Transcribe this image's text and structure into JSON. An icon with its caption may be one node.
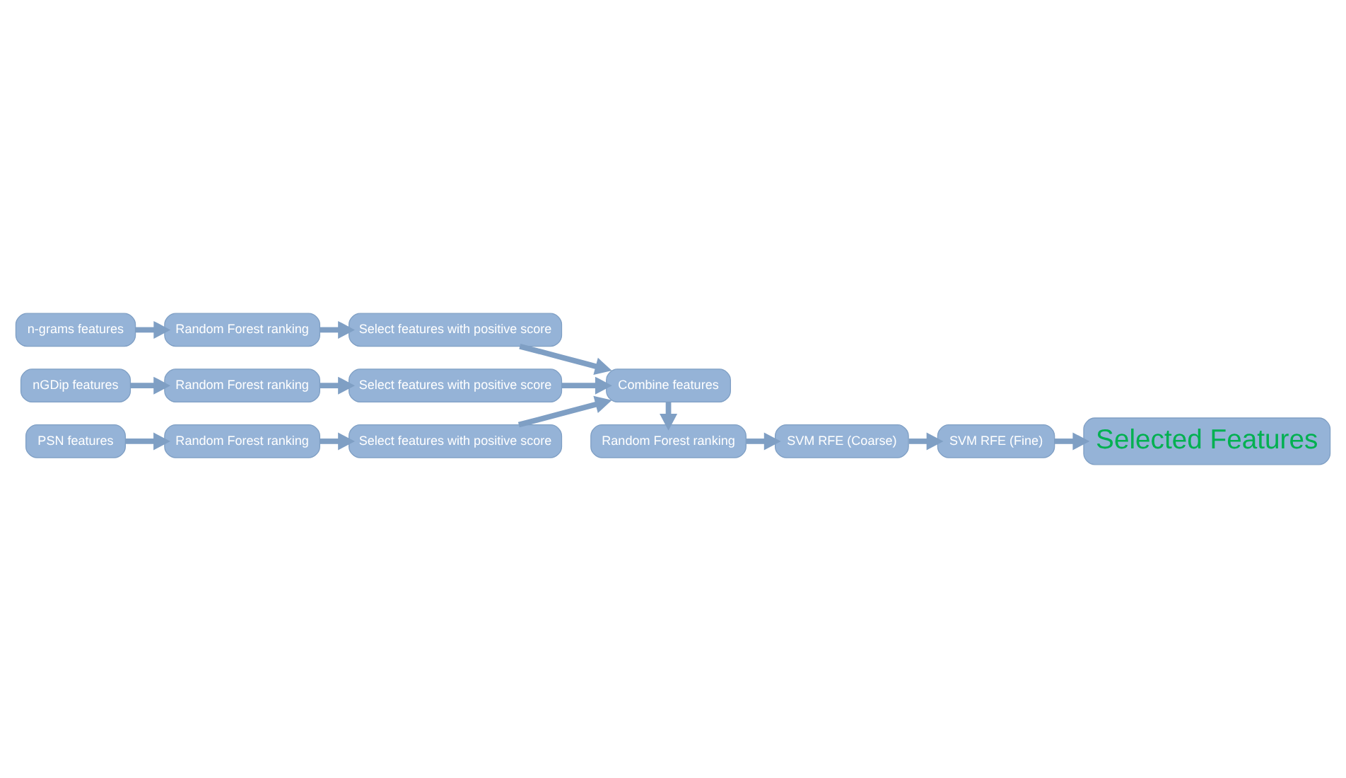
{
  "diagram": {
    "nodes": [
      {
        "text": [
          "n-grams features"
        ]
      },
      {
        "text": [
          "Random Forest ranking"
        ]
      },
      {
        "text": [
          "Select features with positive score"
        ]
      },
      {
        "text": [
          "nGDip features"
        ]
      },
      {
        "text": [
          "Random Forest ranking"
        ]
      },
      {
        "text": [
          "Select features with positive score"
        ]
      },
      {
        "text": [
          "PSN features"
        ]
      },
      {
        "text": [
          "Random Forest ranking"
        ]
      },
      {
        "text": [
          "Select features with positive score"
        ]
      },
      {
        "text": [
          "Combine features"
        ]
      },
      {
        "text": [
          "Random Forest ranking"
        ]
      },
      {
        "text": [
          "SVM RFE (Coarse)"
        ]
      },
      {
        "text": [
          "SVM RFE (Fine)"
        ]
      },
      {
        "text": [
          "Selected Features"
        ]
      }
    ],
    "edges": [
      {
        "from": 0,
        "to": 1,
        "arrow": "to"
      },
      {
        "from": 1,
        "to": 2,
        "arrow": "to"
      },
      {
        "from": 3,
        "to": 4,
        "arrow": "to"
      },
      {
        "from": 4,
        "to": 5,
        "arrow": "to"
      },
      {
        "from": 6,
        "to": 7,
        "arrow": "to"
      },
      {
        "from": 7,
        "to": 8,
        "arrow": "to"
      },
      {
        "from": 2,
        "to": 9,
        "arrow": "to"
      },
      {
        "from": 5,
        "to": 9,
        "arrow": "to"
      },
      {
        "from": 8,
        "to": 9,
        "arrow": "to"
      },
      {
        "from": 9,
        "to": 10,
        "arrow": "to"
      },
      {
        "from": 10,
        "to": 11,
        "arrow": "to"
      },
      {
        "from": 11,
        "to": 12,
        "arrow": "to"
      },
      {
        "from": 12,
        "to": 13,
        "arrow": "to"
      }
    ]
  }
}
